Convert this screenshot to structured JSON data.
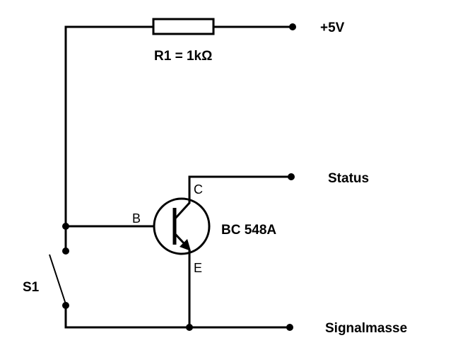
{
  "resistor": {
    "label": "R1 = 1kΩ"
  },
  "terminals": {
    "supply": "+5V",
    "status": "Status",
    "ground": "Signalmasse"
  },
  "transistor": {
    "label": "BC 548A",
    "pins": {
      "base": "B",
      "collector": "C",
      "emitter": "E"
    }
  },
  "switch": {
    "label": "S1"
  }
}
